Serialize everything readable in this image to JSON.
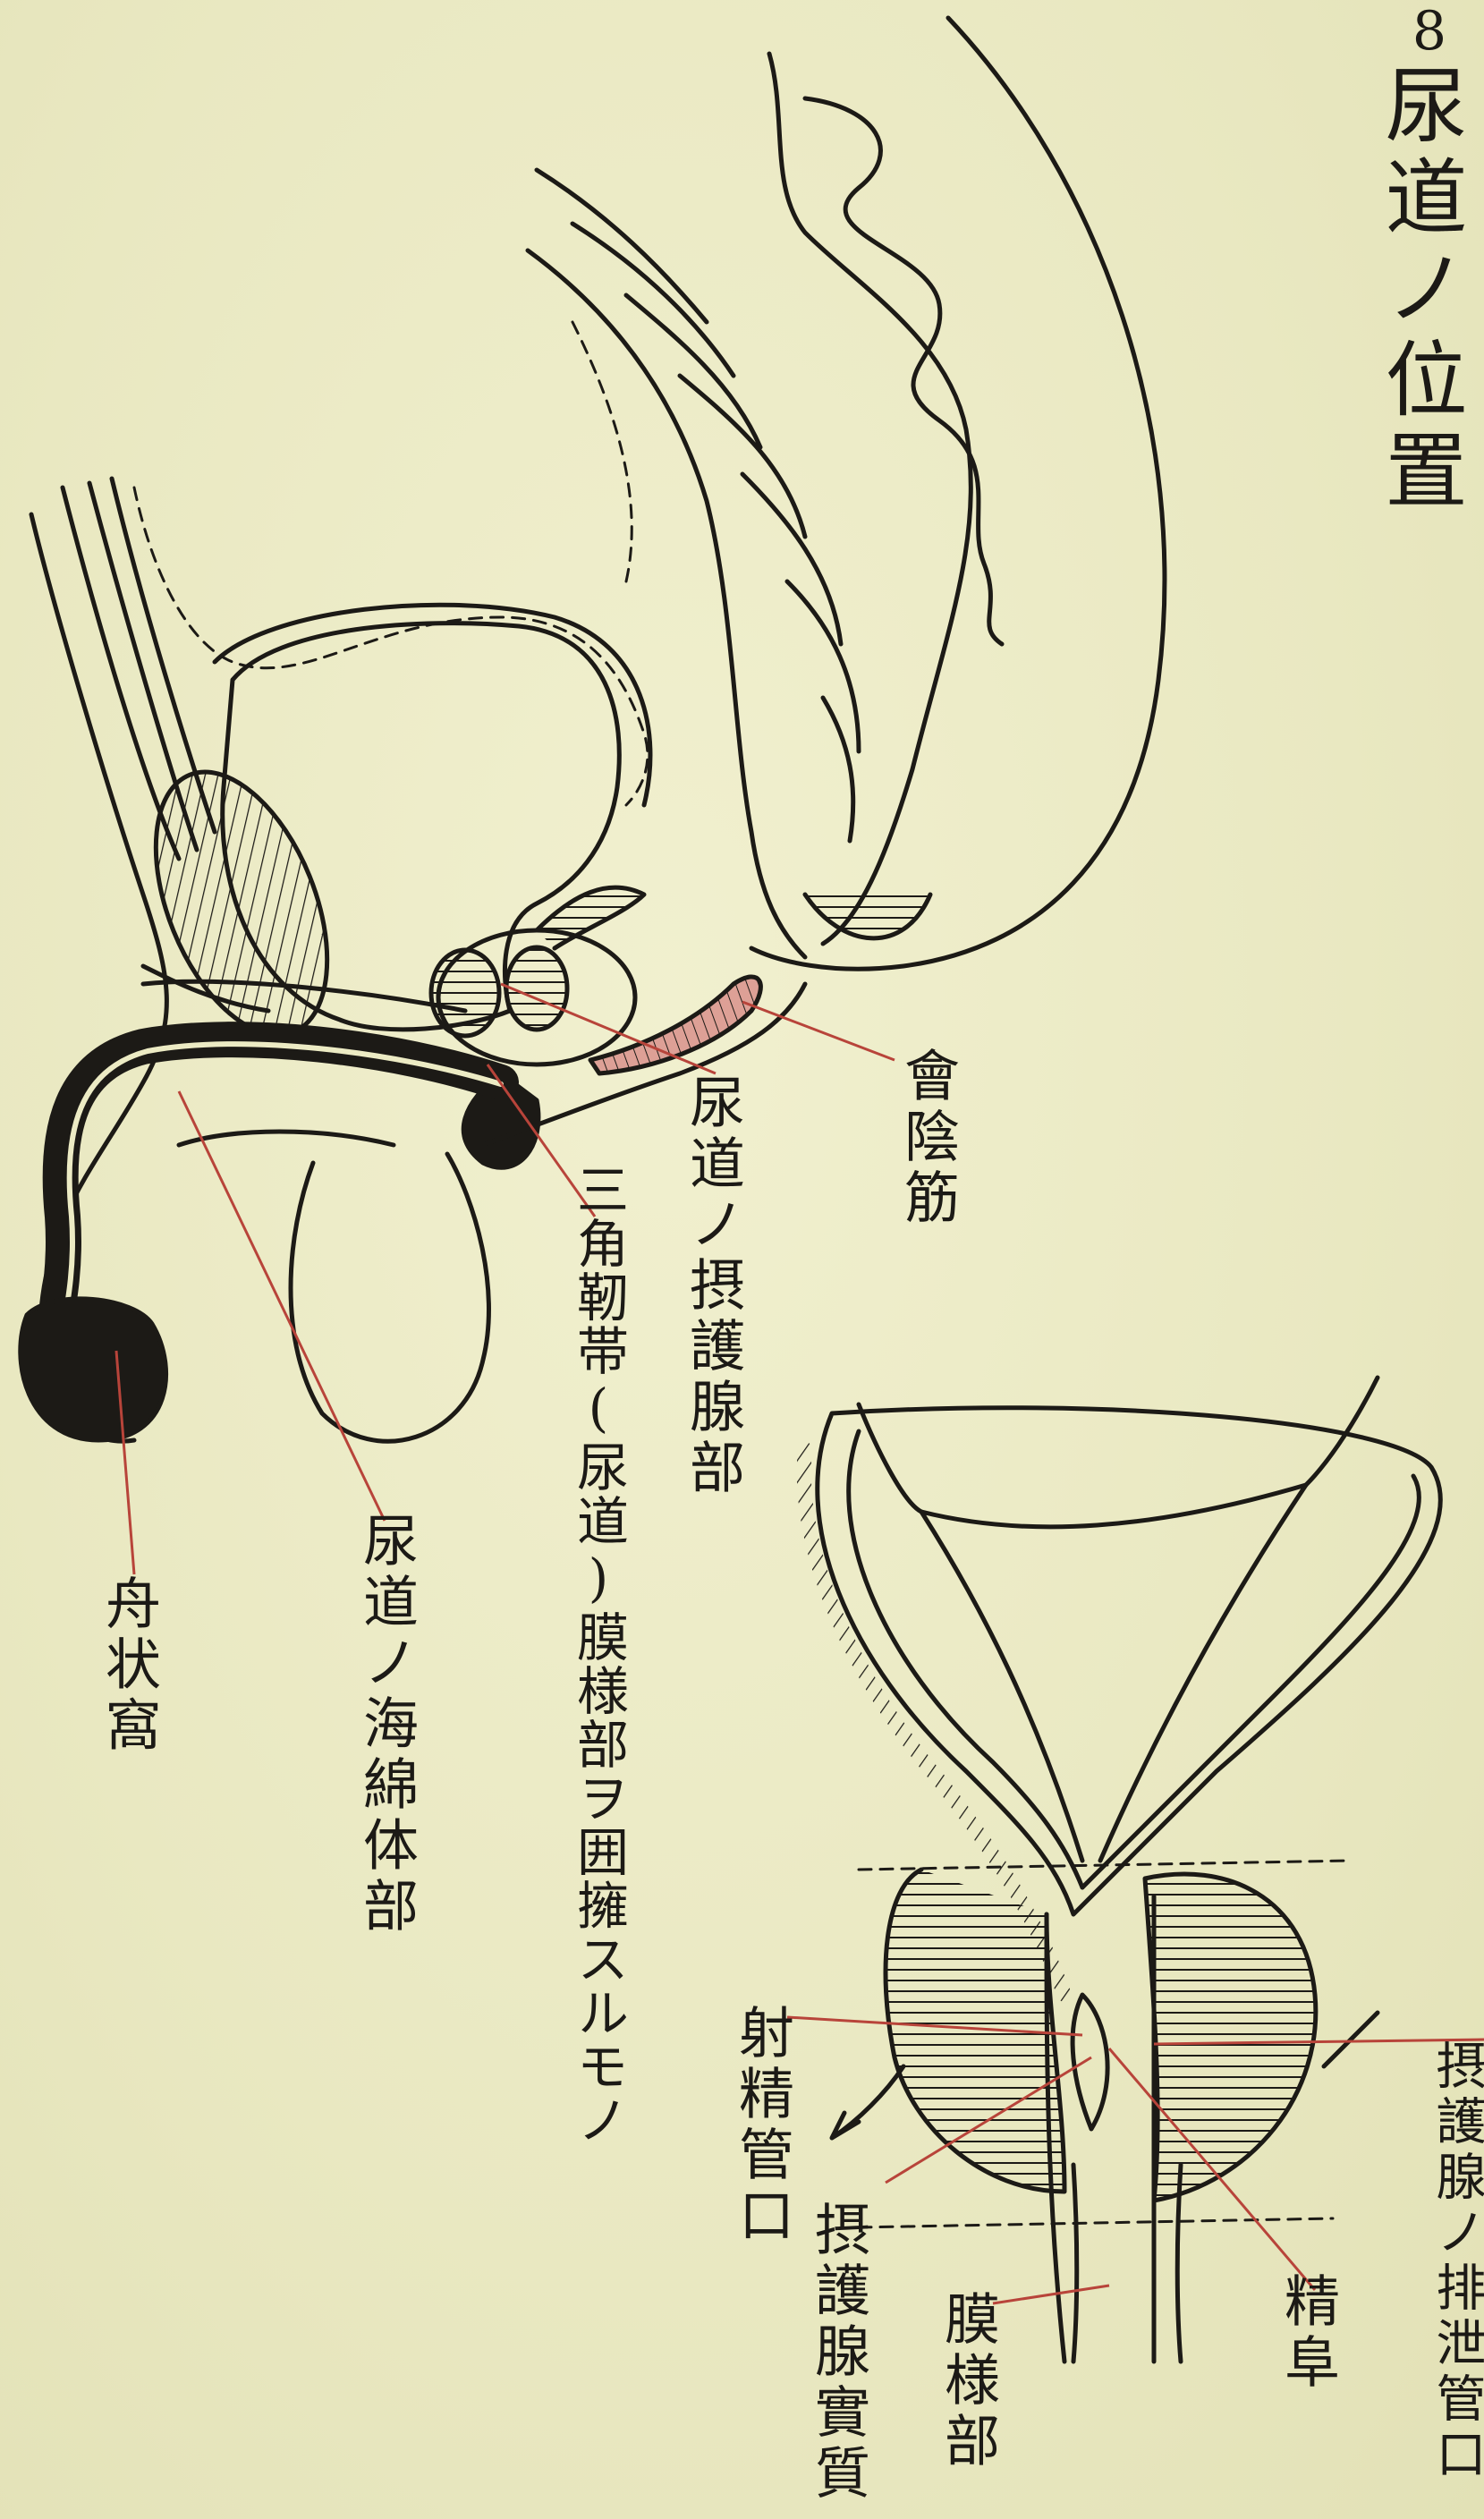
{
  "plate": {
    "number": "8",
    "title": "尿道ノ位置"
  },
  "labels": {
    "boat_fossa": "舟状窩",
    "spongy_part": "尿道ノ海綿体部",
    "membranous_part": "三角靭帯(尿道)膜様部ヲ囲擁スルモノ",
    "prostatic_part_upper": "尿道ノ摂護腺部",
    "sphincter_muscle": "會陰筋",
    "ejaculatory_duct_opening": "射精管口",
    "prostate_substance": "摂護腺實質",
    "membranous_lower": "膜様部",
    "seminal_colliculus": "精阜",
    "prostate_utricle": "摂護腺ノ排泄管口"
  },
  "colors": {
    "paper": "#ecebc4",
    "ink": "#1c1a16",
    "leader_red": "#b8443a",
    "muscle_pink": "#d99a8f"
  }
}
